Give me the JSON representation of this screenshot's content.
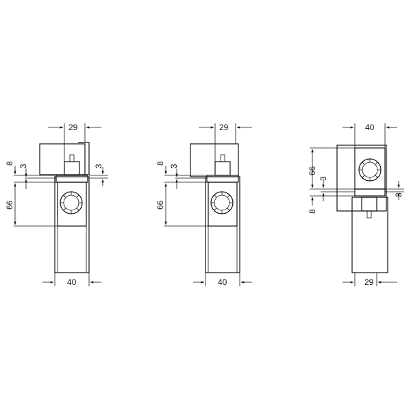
{
  "colors": {
    "line": "#111111",
    "background": "#ffffff",
    "part_fill": "#e6e6e6",
    "hatch": "#444444"
  },
  "views": [
    {
      "name": "frame-mount-with-cover",
      "labels": {
        "top_width": "29",
        "bottom_width": "40",
        "d8": "8",
        "d3_left": "3",
        "d3_right": "3",
        "d66": "66"
      }
    },
    {
      "name": "frame-mount-flush",
      "labels": {
        "top_width": "29",
        "bottom_width": "40",
        "d8": "8",
        "d3_left": "3",
        "d66": "66"
      }
    },
    {
      "name": "door-mount",
      "labels": {
        "top_width": "40",
        "bottom_width": "29",
        "d66": "66",
        "d3_left": "3",
        "d8": "8",
        "d3_right": "3"
      }
    }
  ]
}
